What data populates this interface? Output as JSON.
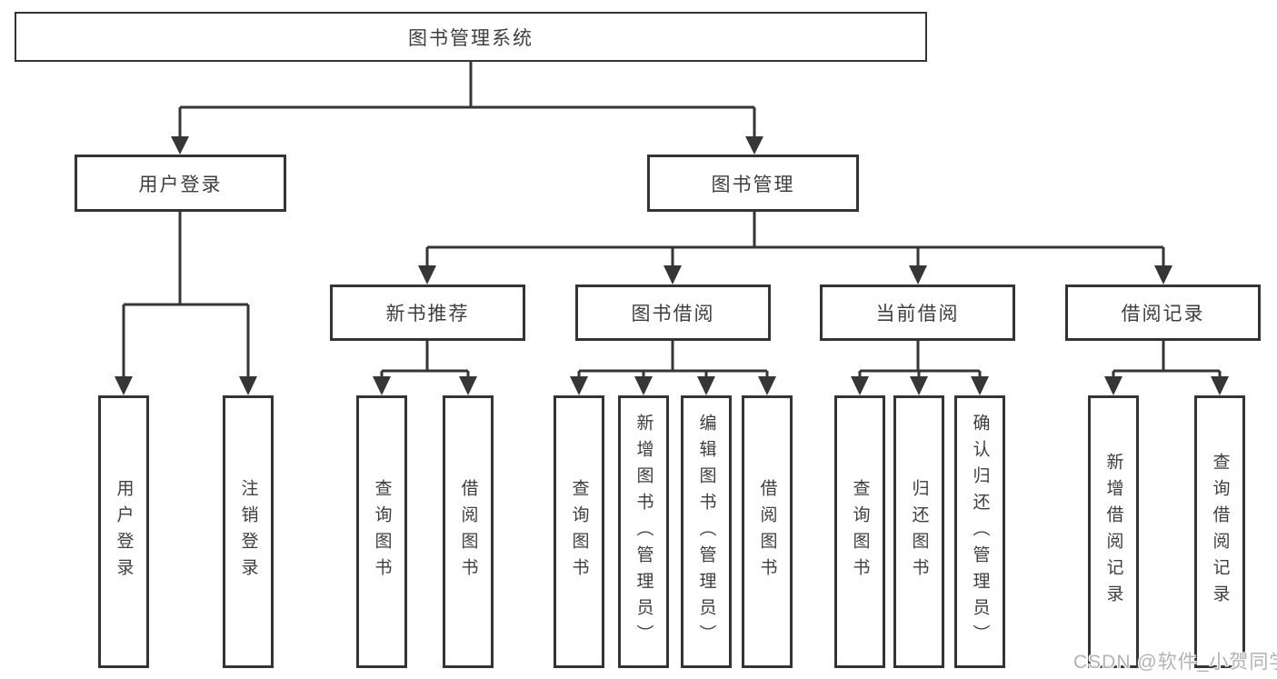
{
  "diagram": {
    "root": {
      "label": "图书管理系统"
    },
    "level2": {
      "user_login": {
        "label": "用户登录"
      },
      "book_management": {
        "label": "图书管理"
      }
    },
    "level3": {
      "new_book_recommend": {
        "label": "新书推荐"
      },
      "book_borrow": {
        "label": "图书借阅"
      },
      "current_borrow": {
        "label": "当前借阅"
      },
      "borrow_records": {
        "label": "借阅记录"
      }
    },
    "leaves": {
      "user_login_leaf": {
        "label": "用户登录"
      },
      "logout_leaf": {
        "label": "注销登录"
      },
      "recommend_query_books": {
        "label": "查询图书"
      },
      "recommend_borrow_books": {
        "label": "借阅图书"
      },
      "borrow_query_books": {
        "label": "查询图书"
      },
      "borrow_add_books": {
        "label": "新增图书（管理员）"
      },
      "borrow_edit_books": {
        "label": "编辑图书（管理员）"
      },
      "borrow_borrow_books": {
        "label": "借阅图书"
      },
      "current_query_books": {
        "label": "查询图书"
      },
      "current_return_books": {
        "label": "归还图书"
      },
      "current_confirm_return": {
        "label": "确认归还（管理员）"
      },
      "records_add_record": {
        "label": "新增借阅记录"
      },
      "records_query_record": {
        "label": "查询借阅记录"
      }
    }
  },
  "watermark": {
    "text": "CSDN @软件_小贺同学"
  },
  "colors": {
    "line": "#363636",
    "box_border": "#343434",
    "text": "#3e3e3e",
    "background": "#ffffff",
    "watermark": "#b3b3b3"
  }
}
